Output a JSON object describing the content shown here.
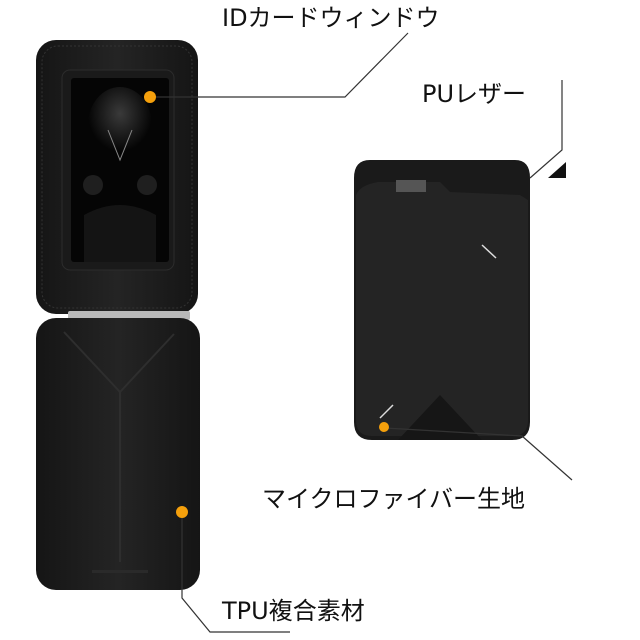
{
  "labels": {
    "id_window": "IDカードウィンドウ",
    "pu_leather": "PUレザー",
    "microfiber": "マイクロファイバー生地",
    "tpu": "TPU複合素材"
  },
  "colors": {
    "marker": "#f5a00c",
    "case": "#1c1c1c",
    "line": "#333333"
  }
}
